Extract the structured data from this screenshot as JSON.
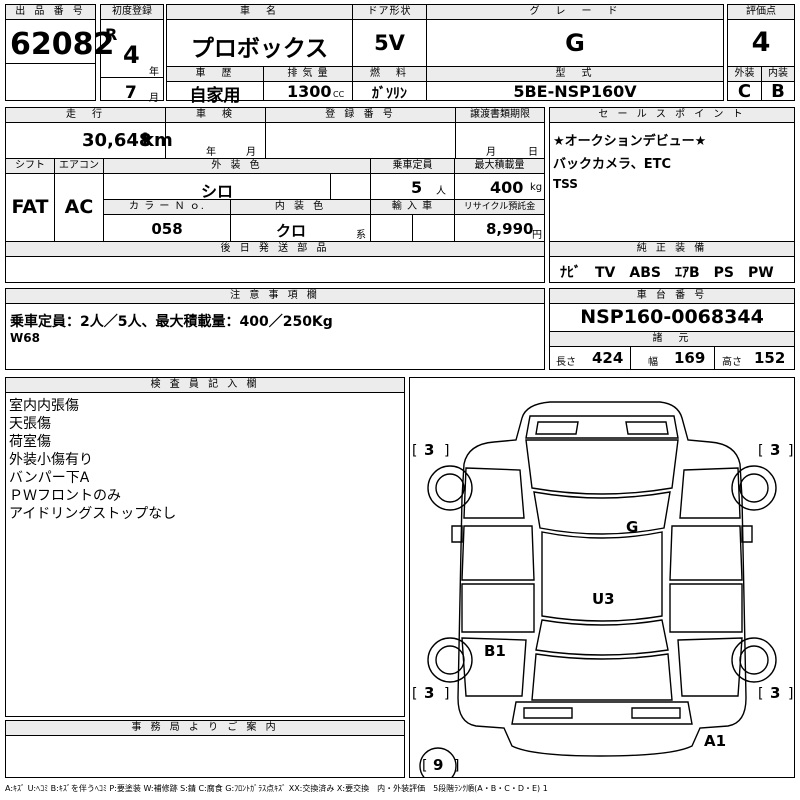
{
  "header": {
    "lot_no_label": "出 品 番 号",
    "lot_no": "62082",
    "first_reg_label": "初度登録",
    "era_mark": "R",
    "reg_year": "4",
    "year_unit": "年",
    "reg_month": "7",
    "month_unit": "月",
    "car_name_label": "車　名",
    "car_name": "プロボックス",
    "door_label": "ドア形状",
    "door": "5V",
    "grade_label": "グ　レ　ー　ド",
    "grade": "G",
    "score_label": "評価点",
    "score": "4",
    "history_label": "車　歴",
    "history": "自家用",
    "displacement_label": "排 気 量",
    "displacement": "1300",
    "displacement_unit": "CC",
    "fuel_label": "燃　料",
    "fuel": "ｶﾞｿﾘﾝ",
    "model_label": "型　式",
    "model": "5BE-NSP160V",
    "ext_label": "外装",
    "ext_grade": "C",
    "int_label": "内装",
    "int_grade": "B"
  },
  "row2": {
    "mileage_label": "走　行",
    "mileage": "30,648",
    "mileage_unit": "km",
    "inspection_label": "車　検",
    "inspection_year_unit": "年",
    "inspection_month_unit": "月",
    "plate_label": "登 録 番 号",
    "transfer_label": "譲渡書類期限",
    "transfer_month_unit": "月",
    "transfer_day_unit": "日",
    "shift_label": "シフト",
    "shift": "FAT",
    "ac_label": "エアコン",
    "ac": "AC",
    "exterior_color_label": "外 装 色",
    "exterior_color": "シロ",
    "capacity_label": "乗車定員",
    "capacity": "5",
    "capacity_unit": "人",
    "max_load_label": "最大積載量",
    "max_load": "400",
    "max_load_unit": "kg",
    "color_no_label": "カ ラ ー Ｎ ｏ.",
    "color_no": "058",
    "interior_color_label": "内 装 色",
    "interior_color": "クロ",
    "interior_color_unit": "系",
    "import_label": "輸 入 車",
    "recycle_label": "リサイクル預託金",
    "recycle": "8,990",
    "recycle_unit": "円",
    "later_parts_label": "後 日 発 送 部 品"
  },
  "sales_points": {
    "label": "セ ー ル ス ポ イ ン ト",
    "lines": [
      "★オークションデビュー★",
      "バックカメラ、ETC",
      "TSS"
    ]
  },
  "equipment": {
    "label": "純 正 装 備",
    "items": "ﾅﾋﾞ　TV　ABS　ｴｱB　PS　PW"
  },
  "notes": {
    "label": "注 意 事 項 欄",
    "line1": "乗車定員：2人／5人、最大積載量：400／250Kg",
    "line2": "W68"
  },
  "chassis": {
    "label": "車 台 番 号",
    "number": "NSP160-0068344",
    "dims_label": "諸　元",
    "length_label": "長さ",
    "length": "424",
    "width_label": "幅",
    "width": "169",
    "height_label": "高さ",
    "height": "152"
  },
  "inspector": {
    "label": "検 査 員 記 入 欄",
    "lines": [
      "室内内張傷",
      "天張傷",
      "荷室傷",
      "外装小傷有り",
      "バンパー下A",
      "ＰＷフロントのみ",
      "アイドリングストップなし"
    ]
  },
  "diagram": {
    "tire_fl": "3",
    "tire_fr": "3",
    "tire_rl": "3",
    "tire_rr": "3",
    "spare": "9",
    "mark_g": "G",
    "mark_u3": "U3",
    "mark_b1": "B1",
    "mark_a1": "A1"
  },
  "office": {
    "label": "事 務 局 よ り ご 案 内"
  },
  "legend": "A:ｷｽﾞ U:ﾍｺﾐ B:ｷｽﾞを伴うﾍｺﾐ P:要塗装 W:補修跡 S:錆 C:腐食 G:ﾌﾛﾝﾄｶﾞﾗｽ点ｷｽﾞ XX:交換済み X:要交換　内・外装評価　5段階ﾗﾝｸ順(A・B・C・D・E) 1"
}
